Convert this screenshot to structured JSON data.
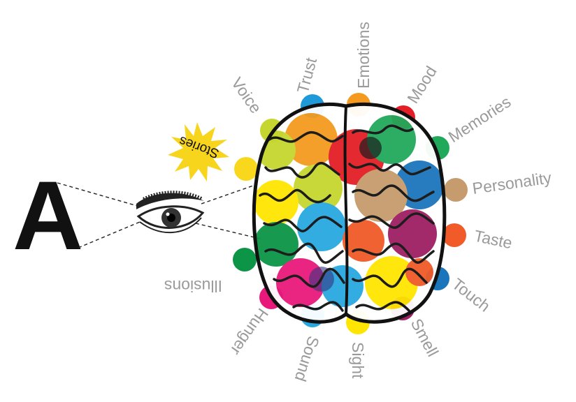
{
  "letter": "A",
  "stories": {
    "label": "Stories",
    "color": "#f7d51d"
  },
  "senses": [
    {
      "label": "Voice",
      "color": "#c5d62e"
    },
    {
      "label": "Trust",
      "color": "#1f9ad9"
    },
    {
      "label": "Emotions",
      "color": "#f39a1f"
    },
    {
      "label": "Mood",
      "color": "#e41e26"
    },
    {
      "label": "Memories",
      "color": "#21a95b"
    },
    {
      "label": "Personality",
      "color": "#c69b6d"
    },
    {
      "label": "Taste",
      "color": "#f15a29"
    },
    {
      "label": "Touch",
      "color": "#1b75bb"
    },
    {
      "label": "Smell",
      "color": "#9e1f63"
    },
    {
      "label": "Sight",
      "color": "#ffe500"
    },
    {
      "label": "Sound",
      "color": "#29a8e0"
    },
    {
      "label": "Hunger",
      "color": "#e8197b"
    },
    {
      "label": "Illusions",
      "color": "#0c9447"
    }
  ],
  "extra_dot_color": "#f9d71c"
}
